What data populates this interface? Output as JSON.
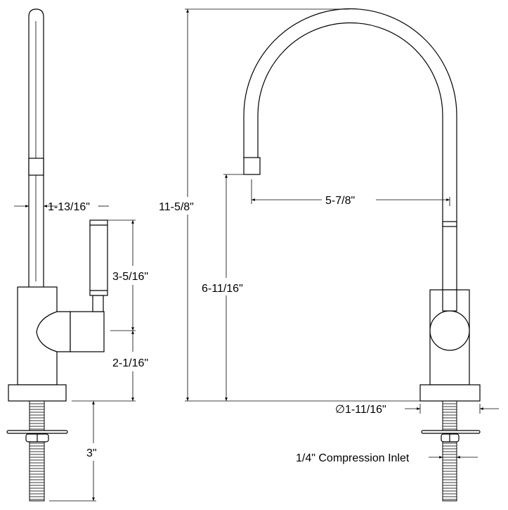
{
  "title": "Faucet dimension drawing",
  "dimensions": {
    "spout_diameter": "1-13/16\"",
    "handle_height": "3-5/16\"",
    "handle_center_height": "2-1/16\"",
    "shank_length": "3\"",
    "total_height": "11-5/8\"",
    "spout_height": "6-11/16\"",
    "spout_reach": "5-7/8\"",
    "base_diameter": "∅1-11/16\"",
    "inlet": "1/4\" Compression Inlet"
  },
  "colors": {
    "line": "#000000",
    "background": "#ffffff"
  }
}
